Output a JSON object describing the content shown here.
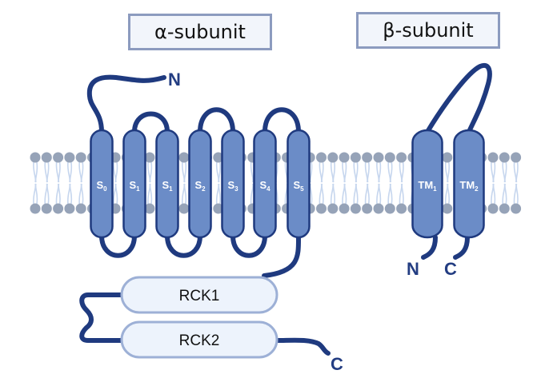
{
  "titles": {
    "alpha": "α-subunit",
    "beta": "β-subunit"
  },
  "alpha_subunit": {
    "helices": [
      {
        "label": "S",
        "sub": "0"
      },
      {
        "label": "S",
        "sub": "1"
      },
      {
        "label": "S",
        "sub": "1"
      },
      {
        "label": "S",
        "sub": "2"
      },
      {
        "label": "S",
        "sub": "3"
      },
      {
        "label": "S",
        "sub": "4"
      },
      {
        "label": "S",
        "sub": "5"
      }
    ],
    "n_terminus": "N",
    "c_terminus": "C",
    "domains": [
      {
        "label": "RCK1"
      },
      {
        "label": "RCK2"
      }
    ]
  },
  "beta_subunit": {
    "helices": [
      {
        "label": "TM",
        "sub": "1"
      },
      {
        "label": "TM",
        "sub": "2"
      }
    ],
    "n_terminus": "N",
    "c_terminus": "C"
  },
  "colors": {
    "helix_fill": "#6b8cc7",
    "helix_stroke": "#1f3a7f",
    "chain": "#1f3a7f",
    "lipid_head": "#96a3b8",
    "lipid_tail": "#c6d6ee",
    "domain_fill": "#edf3fc",
    "domain_stroke": "#9db0d6"
  }
}
